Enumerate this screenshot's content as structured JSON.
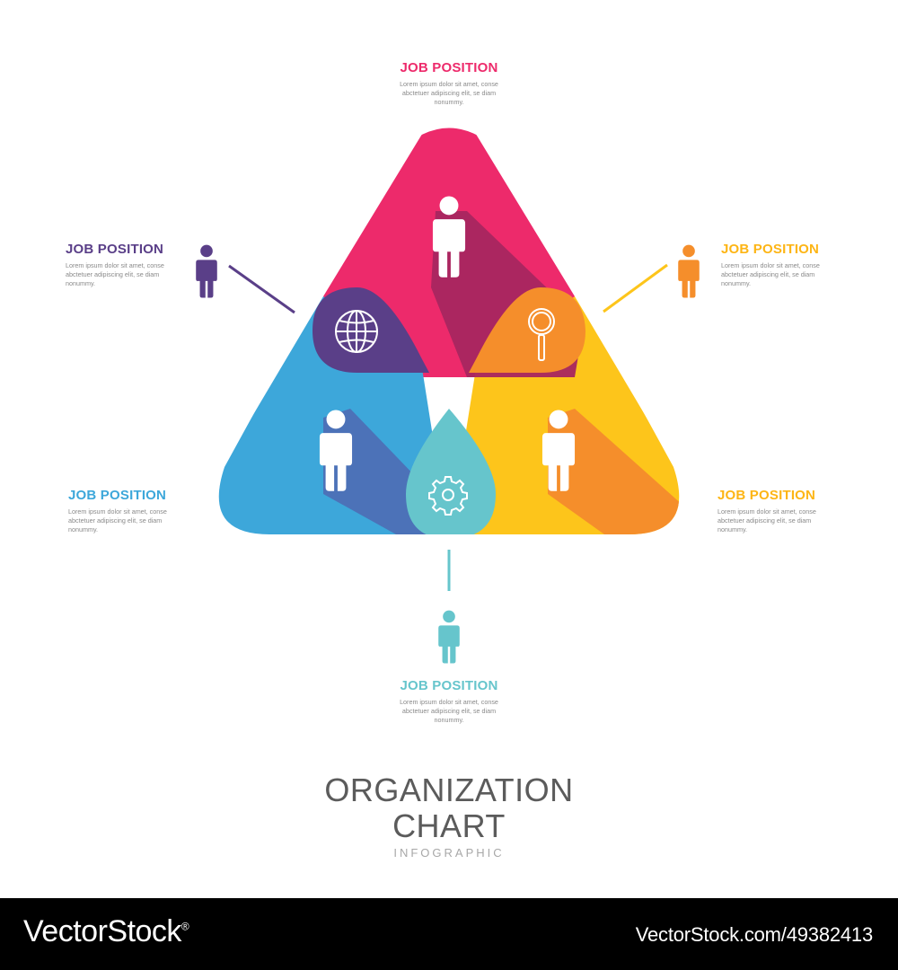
{
  "colors": {
    "pink": "#ED2A6B",
    "pink_shadow": "#A82660",
    "purple": "#5A3F88",
    "blue": "#3DA7DA",
    "blue_shadow": "#4C72B8",
    "teal": "#66C5CC",
    "yellow": "#FDC51B",
    "orange": "#F58E2B",
    "text_gray": "#5b5b5b"
  },
  "icons": [
    "person-icon",
    "globe-icon",
    "magnifier-icon",
    "gear-icon"
  ],
  "positions": {
    "top": {
      "title": "JOB POSITION",
      "desc": "Lorem ipsum dolor sit amet, conse abctetuer adipiscing elit, se diam nonummy.",
      "color": "#ED2A6B"
    },
    "upper_left": {
      "title": "JOB POSITION",
      "desc": "Lorem ipsum dolor sit amet, conse abctetuer adipiscing elit, se diam nonummy.",
      "color": "#5A3F88"
    },
    "upper_right": {
      "title": "JOB POSITION",
      "desc": "Lorem ipsum dolor sit amet, conse abctetuer adipiscing elit, se diam nonummy.",
      "color": "#FDB515"
    },
    "lower_left": {
      "title": "JOB POSITION",
      "desc": "Lorem ipsum dolor sit amet, conse abctetuer adipiscing elit, se diam nonummy.",
      "color": "#3DA7DA"
    },
    "lower_right": {
      "title": "JOB POSITION",
      "desc": "Lorem ipsum dolor sit amet, conse abctetuer adipiscing elit, se diam nonummy.",
      "color": "#FDB515"
    },
    "bottom": {
      "title": "JOB POSITION",
      "desc": "Lorem ipsum dolor sit amet, conse abctetuer adipiscing elit, se diam nonummy.",
      "color": "#66C5CC"
    }
  },
  "footer": {
    "line1": "ORGANIZATION",
    "line2": "CHART",
    "line3": "INFOGRAPHIC"
  },
  "watermark": {
    "brand": "VectorStock",
    "reg_mark": "®",
    "id_text": "VectorStock.com/49382413"
  }
}
